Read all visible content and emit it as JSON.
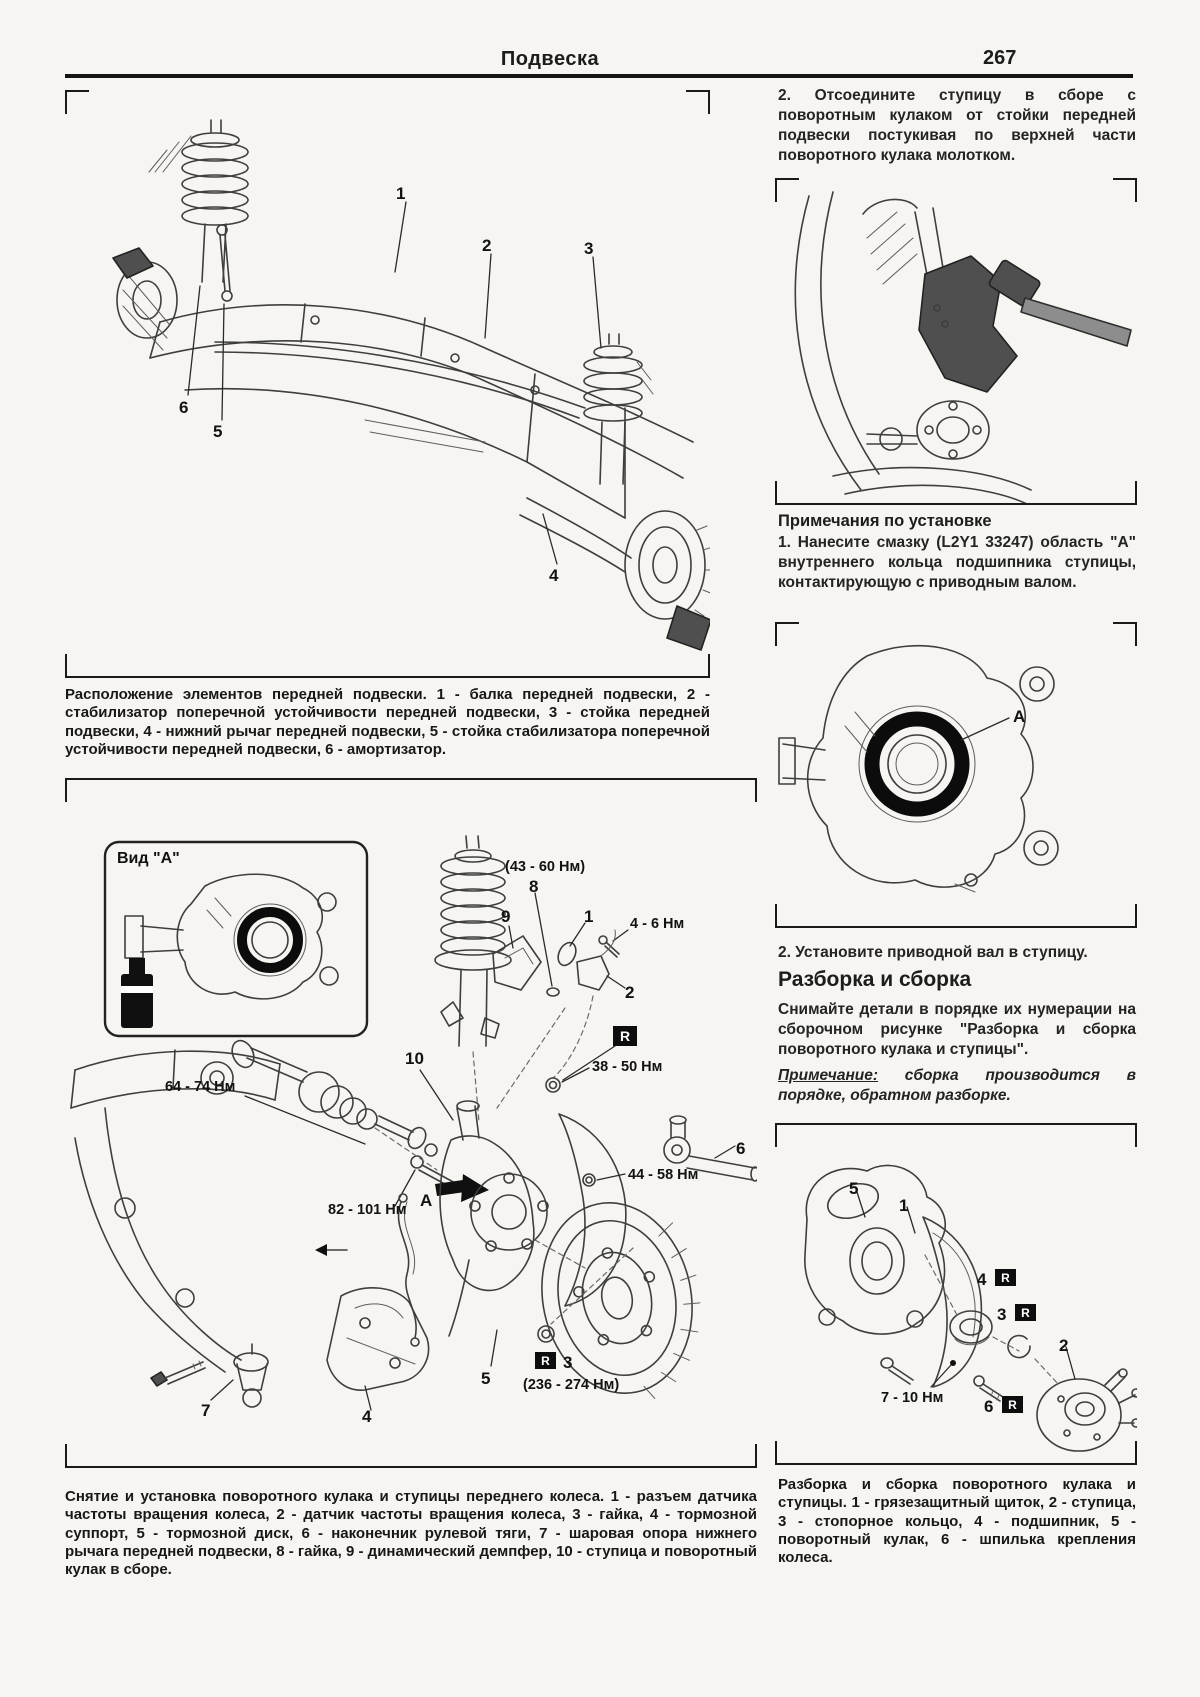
{
  "header": {
    "title": "Подвеска",
    "page_number": "267"
  },
  "figure1": {
    "callouts": {
      "c1": "1",
      "c2": "2",
      "c3": "3",
      "c4": "4",
      "c5": "5",
      "c6": "6"
    },
    "caption": "Расположение элементов передней подвески. 1 - балка передней подвески, 2 - стабилизатор поперечной устойчивости передней подвески, 3 - стойка передней подвески, 4 - нижний рычаг передней подвески, 5 - стойка стабилизатора поперечной устойчивости передней подвески, 6 - амортизатор."
  },
  "right_column": {
    "step_remove": "2. Отсоедините ступицу в сборе с поворотным кулаком от стойки передней подвески постукивая по верхней части поворотного кулака молотком.",
    "install_notes_heading": "Примечания по установке",
    "install_note": "1. Нанесите смазку (L2Y1 33247) область \"А\" внутреннего кольца подшипника ступицы, контактирующую с приводным валом.",
    "area_label": "А",
    "step_install": "2. Установите приводной вал в ступицу.",
    "disassembly_heading": "Разборка и сборка",
    "disassembly_text": "Снимайте детали в порядке их нумерации на сборочном рисунке \"Разборка и сборка поворотного кулака и ступицы\".",
    "note_label": "Примечание:",
    "note_text": " сборка производится в порядке, обратном разборке."
  },
  "figure2": {
    "view_label": "Вид \"А\"",
    "labels": {
      "torque_strut": "(43 - 60 Нм)",
      "c8": "8",
      "c9": "9",
      "c1": "1",
      "torque_sensor": "4 - 6 Нм",
      "c2": "2",
      "replace_badge": "R",
      "torque_stab": "38 - 50 Нм",
      "c10": "10",
      "torque_axle": "64 - 74 Нм",
      "torque_knuckle": "82 - 101 Нм",
      "area_label": "А",
      "torque_tierod": "44 - 58 Нм",
      "c6": "6",
      "c7": "7",
      "c4": "4",
      "c5": "5",
      "c3": "3",
      "torque_hub": "(236 - 274 Нм)"
    },
    "caption": "Снятие и установка поворотного кулака и ступицы переднего колеса. 1 - разъем датчика частоты вращения колеса, 2 - датчик частоты вращения колеса, 3 - гайка, 4 - тормозной суппорт, 5 - тормозной диск, 6 - наконечник рулевой тяги, 7 - шаровая опора нижнего рычага передней подвески, 8 - гайка, 9 - динамический демпфер, 10 - ступица и поворотный кулак в сборе."
  },
  "figure3": {
    "labels": {
      "c1": "1",
      "c2": "2",
      "c3": "3",
      "c4": "4",
      "c5": "5",
      "c6": "6",
      "torque": "7 - 10 Нм",
      "replace_badge": "R"
    },
    "caption": "Разборка и сборка поворотного кулака и ступицы. 1 - грязезащитный щиток, 2 - ступица, 3 - стопорное кольцо, 4 - подшипник, 5 - поворотный кулак, 6 - шпилька крепления колеса."
  }
}
